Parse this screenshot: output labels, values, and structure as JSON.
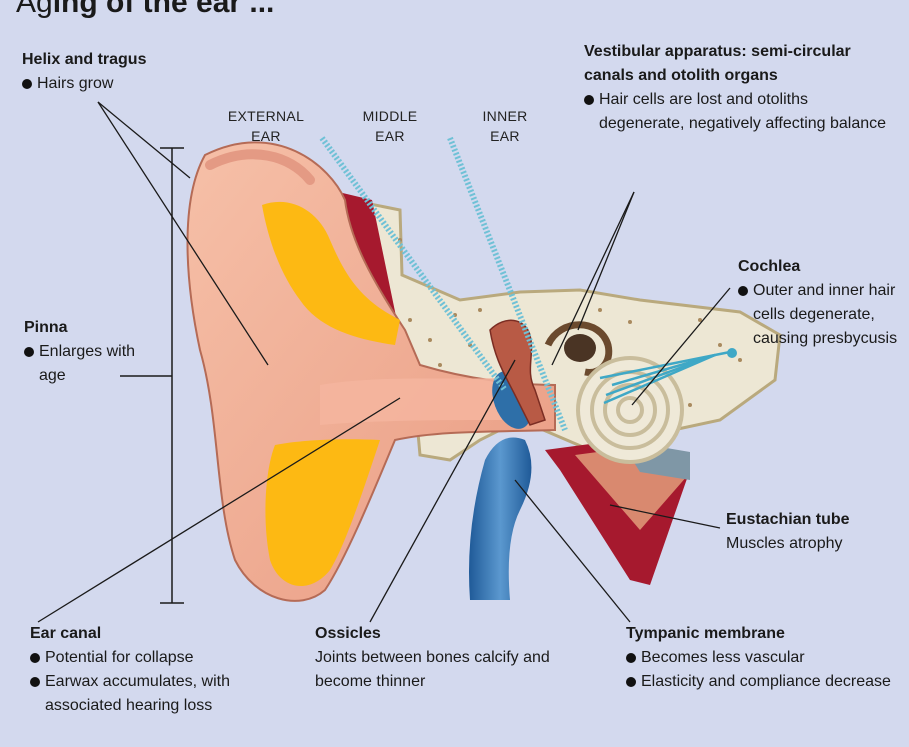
{
  "title_fragment": {
    "light": "Ag",
    "bold": "ing of the ear ..."
  },
  "regions": {
    "external": "EXTERNAL\nEAR",
    "middle": "MIDDLE\nEAR",
    "inner": "INNER\nEAR"
  },
  "labels": {
    "helix": {
      "heading": "Helix and tragus",
      "bullets": [
        "Hairs grow"
      ]
    },
    "vestibular": {
      "heading": "Vestibular apparatus: semi-circular canals and otolith organs",
      "bullets": [
        "Hair cells are lost and otoliths degenerate, negatively affecting balance"
      ]
    },
    "cochlea": {
      "heading": "Cochlea",
      "bullets": [
        "Outer and inner hair cells degenerate, causing presbycusis"
      ]
    },
    "pinna": {
      "heading": "Pinna",
      "bullets": [
        "Enlarges with age"
      ]
    },
    "eustachian": {
      "heading": "Eustachian tube",
      "text": "Muscles atrophy"
    },
    "ear_canal": {
      "heading": "Ear canal",
      "bullets": [
        "Potential for collapse",
        "Earwax accumulates, with associated hearing loss"
      ]
    },
    "ossicles": {
      "heading": "Ossicles",
      "text": "Joints between bones calcify and become thinner"
    },
    "tympanic": {
      "heading": "Tympanic membrane",
      "bullets": [
        "Becomes less vascular",
        "Elasticity and compliance decrease"
      ]
    }
  },
  "colors": {
    "background": "#d3d9ee",
    "skin": "#f2b29a",
    "cartilage": "#fdb913",
    "bone": "#ede7d4",
    "muscle": "#a6192e",
    "vessel": "#3f79b4",
    "divider": "#6fc1d6"
  }
}
